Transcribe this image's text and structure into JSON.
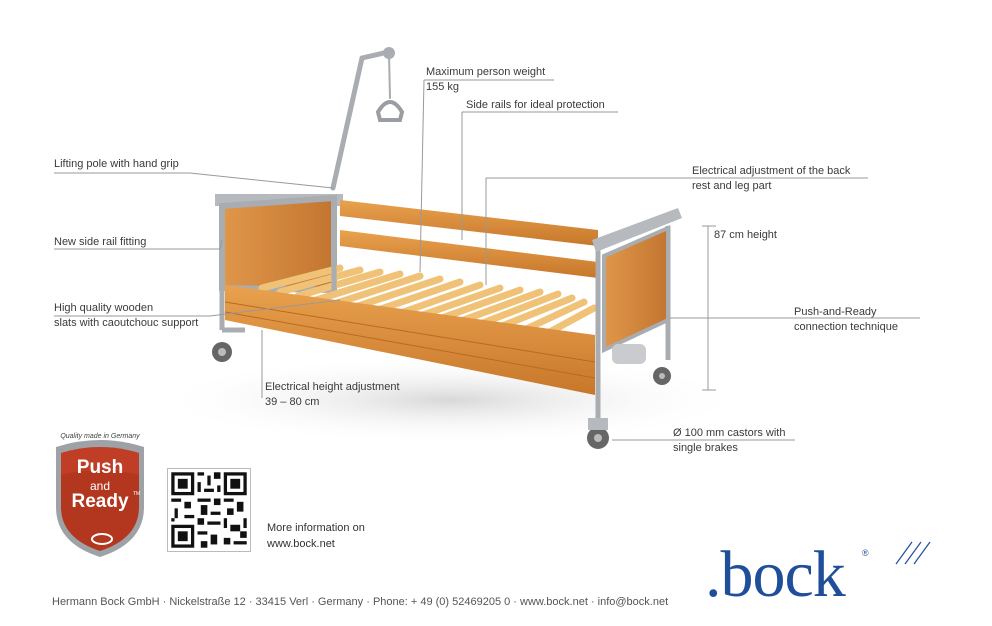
{
  "labels": {
    "lifting_pole": "Lifting pole with hand grip",
    "side_rail_fitting": "New side rail fitting",
    "slats_line1": "High quality wooden",
    "slats_line2": "slats with caoutchouc support",
    "max_weight_line1": "Maximum person weight",
    "max_weight_line2": "155 kg",
    "side_rails": "Side rails for ideal protection",
    "electrical_back_line1": "Electrical adjustment of the back",
    "electrical_back_line2": "rest and leg part",
    "height": "87 cm height",
    "push_ready_line1": "Push-and-Ready",
    "push_ready_line2": "connection technique",
    "height_adjust_line1": "Electrical height adjustment",
    "height_adjust_line2": "39 – 80 cm",
    "castors_line1": "Ø 100 mm castors with",
    "castors_line2": "single brakes"
  },
  "badge": {
    "arc_text": "Quality made in Germany",
    "word1": "Push",
    "word2": "and",
    "word3": "Ready",
    "tm": "TM"
  },
  "more_info": {
    "line1": "More information on",
    "line2": "www.bock.net"
  },
  "footer": "Hermann Bock GmbH · Nickelstraße 12 · 33415 Verl · Germany · Phone: + 49 (0) 52469205 0 · www.bock.net · info@bock.net",
  "logo": {
    "text": ".bock",
    "registered": "®"
  },
  "colors": {
    "wood": "#d98a36",
    "frame": "#a9acb0",
    "brand_blue": "#1f4e9a",
    "badge_red": "#b3361f"
  }
}
